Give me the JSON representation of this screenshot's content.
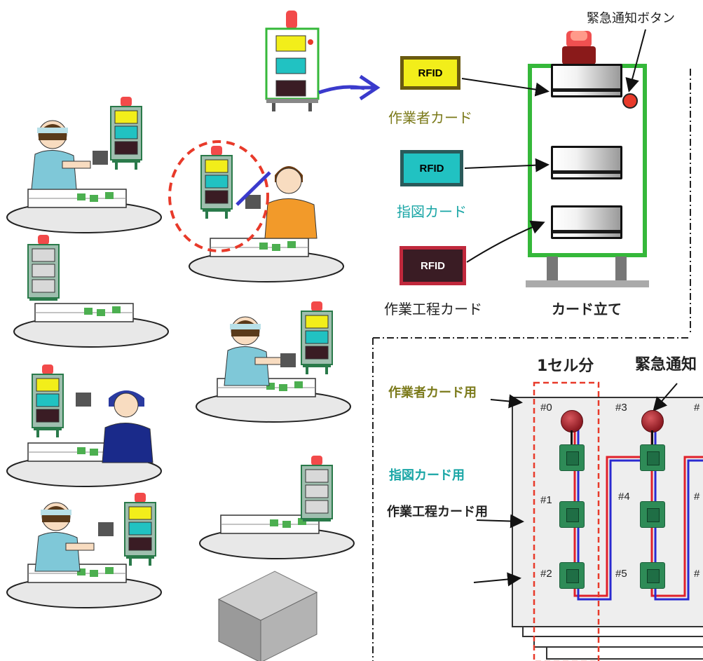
{
  "colors": {
    "yellow_card": "#f2ee1a",
    "cyan_card": "#21c2c2",
    "maroon_card": "#3a1c24",
    "worker_text": "#7b7a1a",
    "instruction_text": "#1aa6a6",
    "stand_green": "#35b83a",
    "arrow_blue": "#3a3acc",
    "highlight_red": "#e83a2a"
  },
  "labels": {
    "emergency_button_top": "緊急通知ボタン",
    "worker_card": "作業者カード",
    "instruction_card": "指図カード",
    "process_card": "作業工程カード",
    "card_stand": "カード立て",
    "one_cell": "1セル分",
    "emergency_bottom": "緊急通知",
    "worker_card_for": "作業者カード用",
    "instruction_card_for": "指図カード用",
    "process_card_for": "作業工程カード用"
  },
  "rfid_cards": [
    {
      "text": "RFID",
      "name": "worker"
    },
    {
      "text": "RFID",
      "name": "instruction"
    },
    {
      "text": "RFID",
      "name": "process"
    }
  ],
  "modules": [
    "#0",
    "#1",
    "#2",
    "#3",
    "#4",
    "#5",
    "#",
    "#",
    "#"
  ],
  "icons": [
    "worker-station-icon",
    "signal-tower-icon",
    "rfid-module-icon",
    "emergency-button-icon",
    "server-box-icon"
  ]
}
